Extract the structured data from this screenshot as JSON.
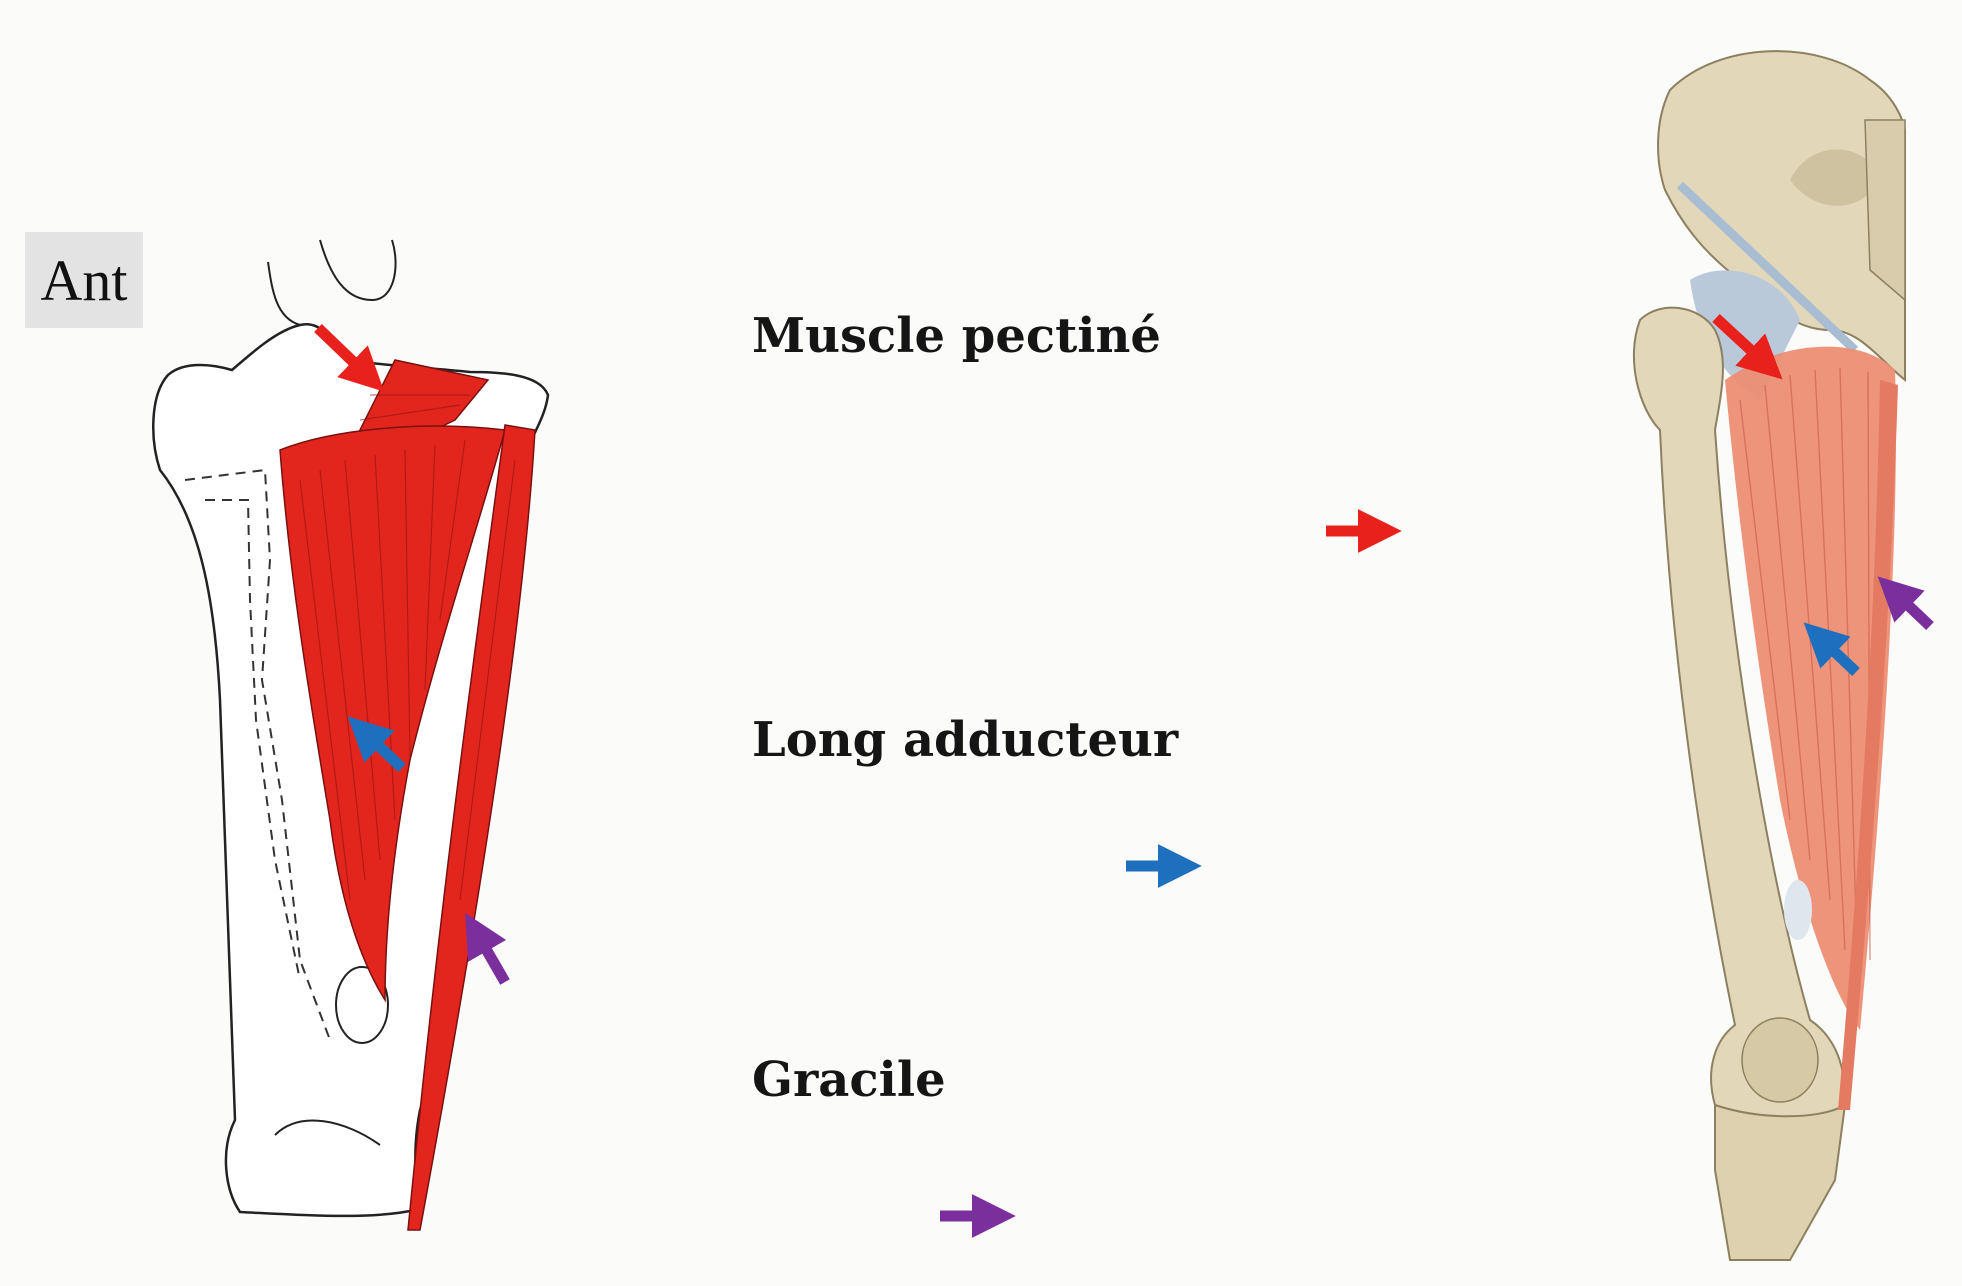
{
  "view_tag": "Ant",
  "muscles": [
    {
      "key": "pectine",
      "label": "Muscle pectiné",
      "color": "#e8211d"
    },
    {
      "key": "long",
      "label": "Long adducteur",
      "color": "#1f6fbf"
    },
    {
      "key": "gracile",
      "label": "Gracile",
      "color": "#7a2f9c"
    }
  ],
  "colors": {
    "muscle_red": "#e3261d",
    "muscle_salmon": "#ec8e74",
    "bone": "#e2d7b8",
    "ligament": "#b9c9da"
  }
}
